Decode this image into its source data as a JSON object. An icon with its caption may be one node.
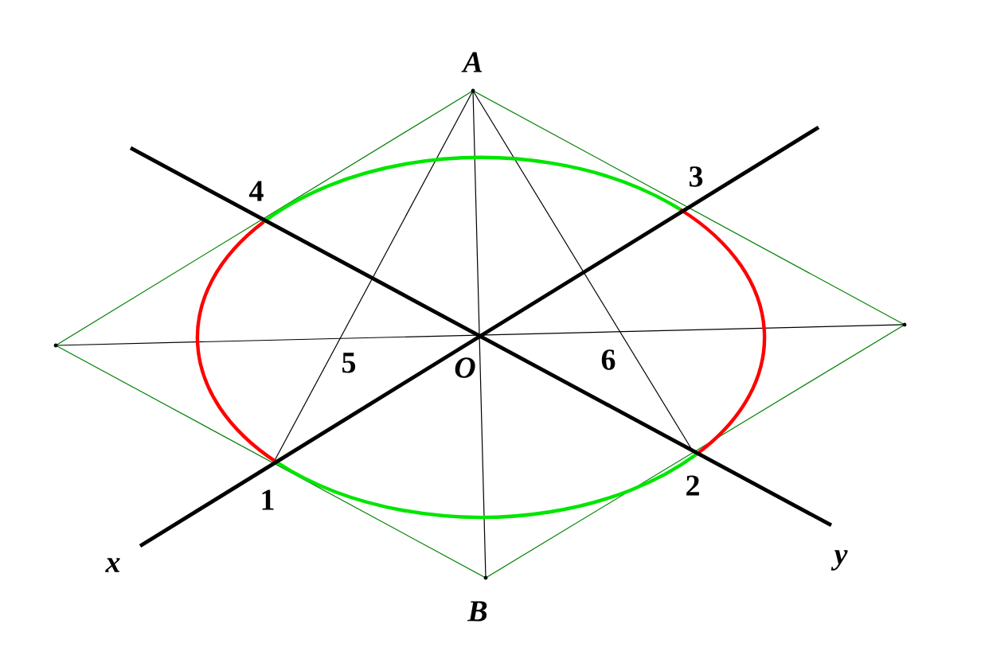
{
  "diagram": {
    "labels": [
      "A",
      "4",
      "3",
      "5",
      "O",
      "6",
      "1",
      "2",
      "x",
      "B",
      "y"
    ]
  }
}
